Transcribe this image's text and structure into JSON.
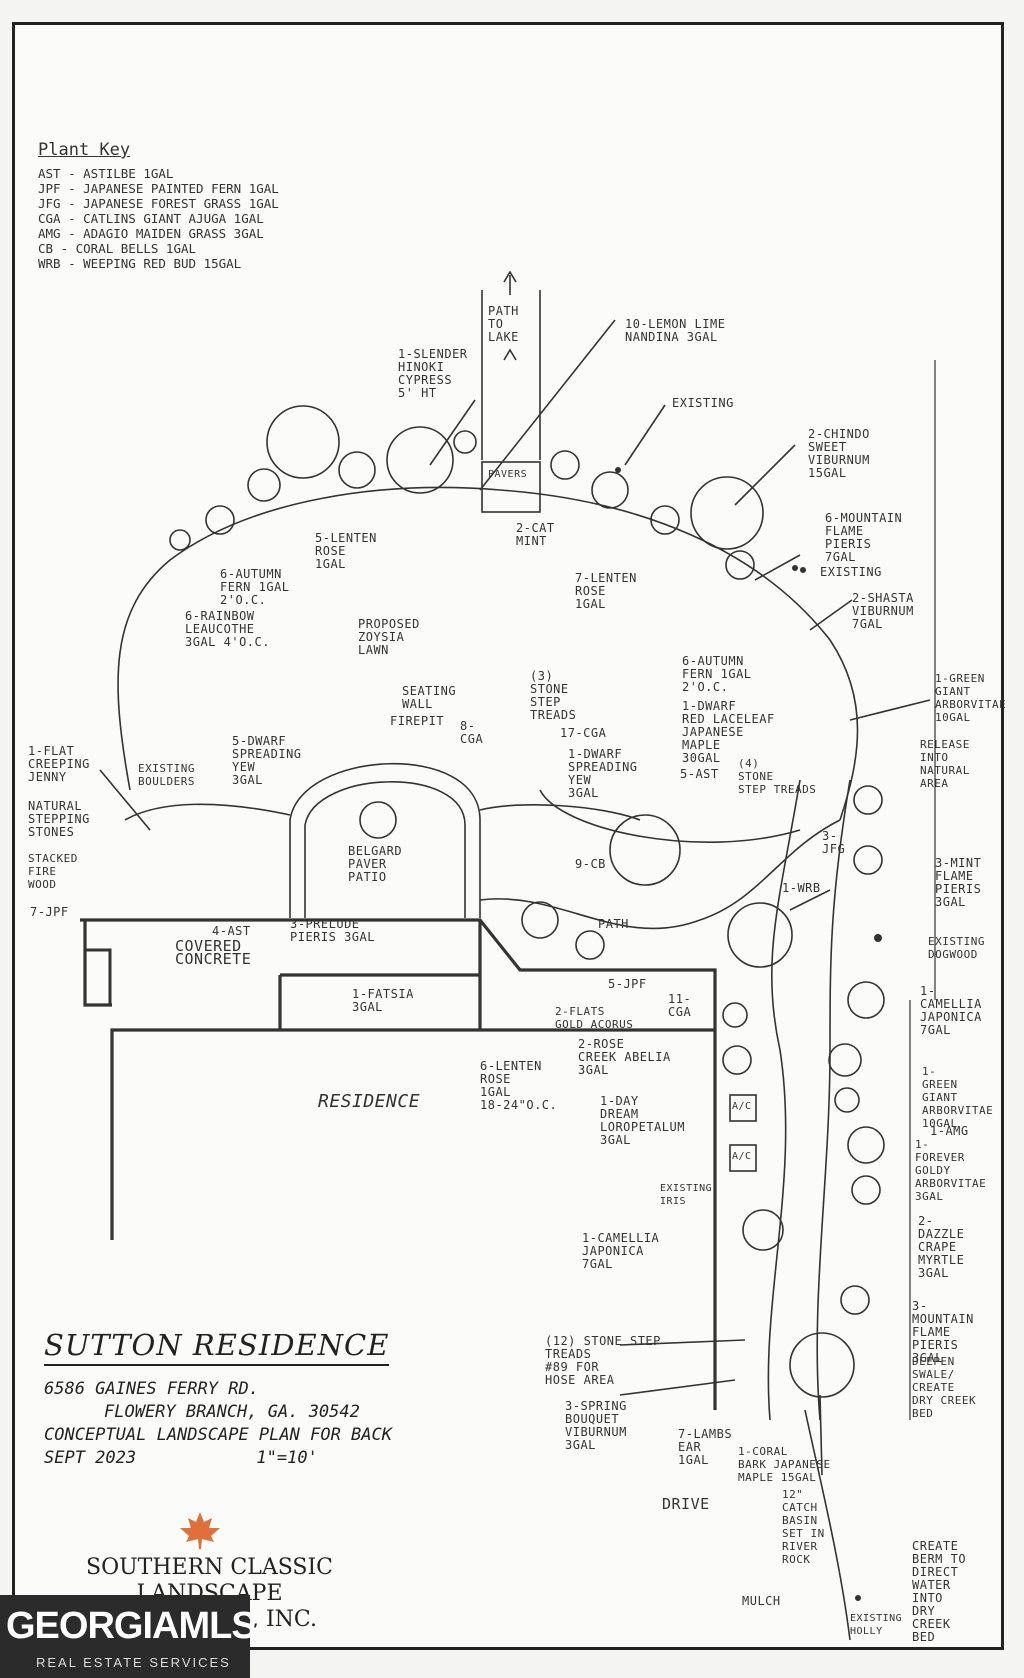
{
  "plant_key": {
    "title": "Plant Key",
    "items": [
      "AST - ASTILBE 1GAL",
      "JPF - JAPANESE PAINTED FERN 1GAL",
      "JFG - JAPANESE FOREST GRASS 1GAL",
      "CGA - CATLINS GIANT AJUGA 1GAL",
      "AMG - ADAGIO MAIDEN GRASS 3GAL",
      "CB - CORAL BELLS 1GAL",
      "WRB - WEEPING RED BUD 15GAL"
    ]
  },
  "labels": {
    "path_to_lake": "PATH\nTO\nLAKE",
    "slender_hinoki": "1-SLENDER\nHINOKI\nCYPRESS\n5' HT",
    "lemon_lime": "10-LEMON LIME\nNANDINA 3GAL",
    "existing_top": "EXISTING",
    "chindo": "2-CHINDO\nSWEET\nVIBURNUM\n15GAL",
    "pavers": "PAVERS",
    "catmint": "2-CAT\nMINT",
    "mountain_flame_6": "6-MOUNTAIN\nFLAME\nPIERIS\n7GAL",
    "existing_mid": "EXISTING",
    "lenten_5": "5-LENTEN\nROSE\n1GAL",
    "autumn_fern_top": "6-AUTUMN\nFERN 1GAL\n2'O.C.",
    "rainbow": "6-RAINBOW\nLEAUCOTHE\n3GAL 4'O.C.",
    "proposed_lawn": "PROPOSED\nZOYSIA\nLAWN",
    "lenten_7": "7-LENTEN\nROSE\n1GAL",
    "shasta": "2-SHASTA\nVIBURNUM\n7GAL",
    "autumn_fern_right": "6-AUTUMN\nFERN 1GAL\n2'O.C.",
    "green_giant_top": "1-GREEN\nGIANT\nARBORVITAE\n10GAL",
    "release": "RELEASE\nINTO\nNATURAL\nAREA",
    "seating_wall": "SEATING\nWALL",
    "firepit": "FIREPIT",
    "stone_step_3": "(3)\nSTONE\nSTEP\nTREADS",
    "cga_8": "8-\nCGA",
    "cga_17": "17-CGA",
    "dwarf_red": "1-DWARF\nRED LACELEAF\nJAPANESE\nMAPLE\n30GAL",
    "ast_5": "5-AST",
    "flat_creeping": "1-FLAT\nCREEPING\nJENNY",
    "existing_boulders": "EXISTING\nBOULDERS",
    "dwarf_yew_5": "5-DWARF\nSPREADING\nYEW\n3GAL",
    "dwarf_yew_1": "1-DWARF\nSPREADING\nYEW\n3GAL",
    "stone_step_4": "(4)\nSTONE\nSTEP TREADS",
    "natural_stones": "NATURAL\nSTEPPING\nSTONES",
    "stacked_wood": "STACKED\nFIRE\nWOOD",
    "jpf_7": "7-JPF",
    "belgard": "BELGARD\nPAVER\nPATIO",
    "cb_9": "9-CB",
    "jfg_3": "3-\nJFG",
    "mint_flame_3": "3-MINT\nFLAME\nPIERIS\n3GAL",
    "wrb_1": "1-WRB",
    "ast_4": "4-AST",
    "covered_concrete": "COVERED\nCONCRETE",
    "prelude": "3-PRELUDE\nPIERIS 3GAL",
    "path": "PATH",
    "existing_dogwood": "EXISTING\nDOGWOOD",
    "jpf_5": "5-JPF",
    "fatsia": "1-FATSIA\n3GAL",
    "gold_acorus": "2-FLATS\nGOLD ACORUS",
    "cga_11": "11-\nCGA",
    "camellia_top": "1-\nCAMELLIA\nJAPONICA\n7GAL",
    "rose_creek": "2-ROSE\nCREEK ABELIA\n3GAL",
    "lenten_6": "6-LENTEN\nROSE\n1GAL\n18-24\"O.C.",
    "residence": "RESIDENCE",
    "green_giant_bottom": "1-\nGREEN\nGIANT\nARBORVITAE\n10GAL",
    "amg_1": "1-AMG",
    "day_dream": "1-DAY\nDREAM\nLOROPETALUM\n3GAL",
    "forever_goldy": "1-\nFOREVER\nGOLDY\nARBORVITAE\n3GAL",
    "existing_iris": "EXISTING\nIRIS",
    "camellia_bottom": "1-CAMELLIA\nJAPONICA\n7GAL",
    "dazzle": "2-\nDAZZLE\nCRAPE\nMYRTLE\n3GAL",
    "mountain_flame_3": "3-\nMOUNTAIN\nFLAME\nPIERIS\n3GAL",
    "deepen_swale": "DEEPEN\nSWALE/\nCREATE\nDRY CREEK\nBED",
    "stone_step_12": "(12) STONE STEP\nTREADS\n#89 FOR\nHOSE AREA",
    "spring_bouquet": "3-SPRING\nBOUQUET\nVIBURNUM\n3GAL",
    "lambs_ear": "7-LAMBS\nEAR\n1GAL",
    "coral_bark": "1-CORAL\nBARK JAPANESE\nMAPLE 15GAL",
    "catch_basin": "12\"\nCATCH\nBASIN\nSET IN\nRIVER\nROCK",
    "drive": "DRIVE",
    "mulch": "MULCH",
    "existing_holly": "EXISTING\nHOLLY",
    "create_berm": "CREATE\nBERM TO\nDIRECT\nWATER\nINTO\nDRY\nCREEK\nBED",
    "ac": "A/C"
  },
  "title_block": {
    "title": "SUTTON RESIDENCE",
    "address1": "6586 GAINES FERRY RD.",
    "address2": "FLOWERY BRANCH, GA. 30542",
    "plan": "CONCEPTUAL LANDSCAPE PLAN FOR BACK",
    "date": "SEPT 2023",
    "scale": "1\"=10'"
  },
  "company": {
    "line1": "SOUTHERN CLASSIC",
    "line2": "LANDSCAPE",
    "line3": ", INC."
  },
  "watermark": {
    "brand": "GEORGIAMLS",
    "sub": "REAL ESTATE SERVICES"
  }
}
